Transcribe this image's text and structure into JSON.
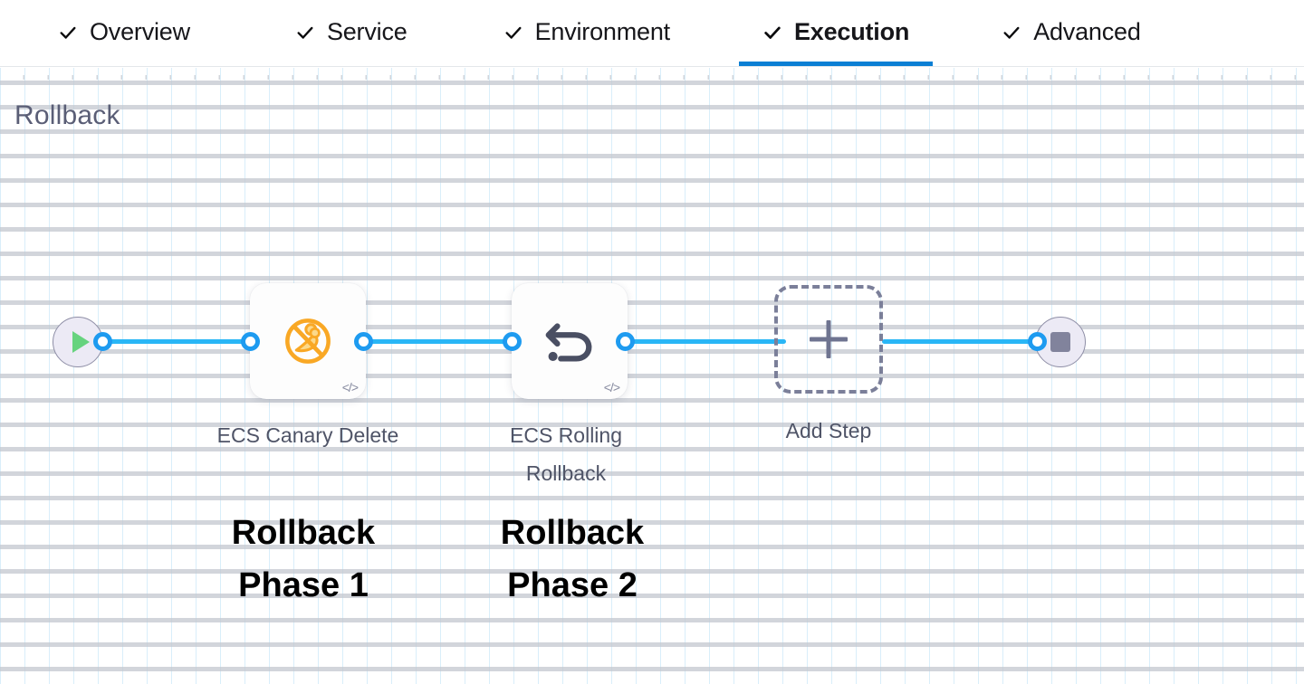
{
  "tabs": [
    {
      "label": "Overview",
      "icon": "check-icon",
      "active": false
    },
    {
      "label": "Service",
      "icon": "check-icon",
      "active": false
    },
    {
      "label": "Environment",
      "icon": "check-icon",
      "active": false
    },
    {
      "label": "Execution",
      "icon": "check-icon",
      "active": true
    },
    {
      "label": "Advanced",
      "icon": "check-icon",
      "active": false
    }
  ],
  "section": {
    "title": "Rollback"
  },
  "flow": {
    "start_node": {
      "icon": "play-icon"
    },
    "end_node": {
      "icon": "stop-icon"
    },
    "steps": [
      {
        "label": "ECS Canary Delete",
        "icon": "canary-delete-icon",
        "badge": "</>",
        "icon_color": "#f9a825"
      },
      {
        "label": "ECS Rolling Rollback",
        "icon": "rollback-undo-icon",
        "badge": "</>",
        "icon_color": "#4a4f63"
      }
    ],
    "add_step": {
      "label": "Add Step",
      "icon": "plus-icon"
    }
  },
  "annotations": [
    {
      "text": "Rollback\nPhase 1"
    },
    {
      "text": "Rollback\nPhase 2"
    }
  ],
  "colors": {
    "accent_blue": "#0b7fd4",
    "edge_blue": "#29b6f6",
    "port_blue": "#1e9bf0",
    "title_gray": "#5a5e76",
    "label_gray": "#4f5467",
    "canary_orange": "#f9a825",
    "play_green": "#66d37e",
    "stop_gray": "#81839c"
  }
}
